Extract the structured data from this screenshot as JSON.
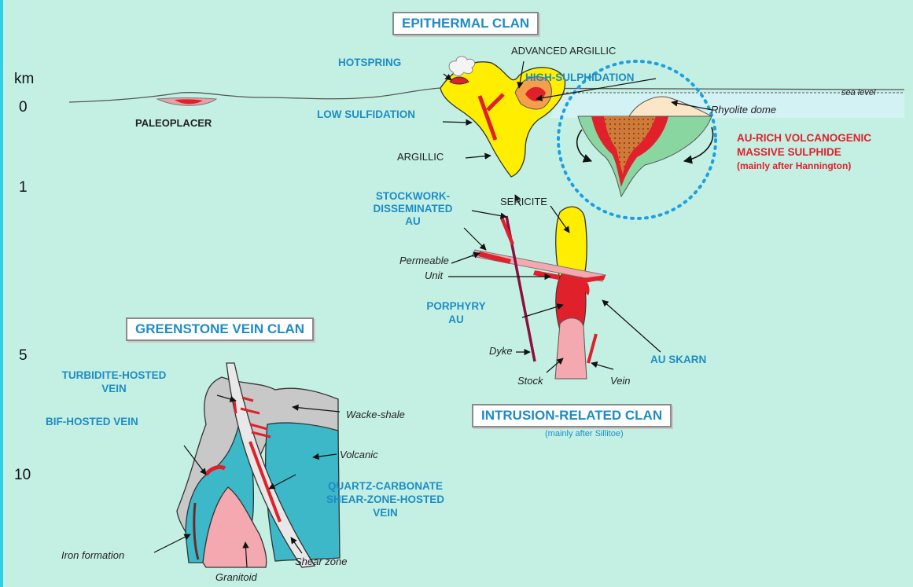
{
  "clans": {
    "epithermal": "EPITHERMAL CLAN",
    "greenstone": "GREENSTONE VEIN CLAN",
    "intrusion": "INTRUSION-RELATED CLAN",
    "intrusion_note": "(mainly after Sillitoe)"
  },
  "depth_axis": {
    "unit": "km",
    "ticks": [
      "0",
      "1",
      "5",
      "10"
    ]
  },
  "labels": {
    "paleoplacer": "PALEOPLACER",
    "hotspring": "HOTSPRING",
    "advanced_argillic": "ADVANCED ARGILLIC",
    "high_sulphidation": "HIGH-SULPHIDATION",
    "low_sulfidation": "LOW SULFIDATION",
    "argillic": "ARGILLIC",
    "sericite": "SERICITE",
    "stockwork_1": "STOCKWORK-",
    "stockwork_2": "DISSEMINATED",
    "stockwork_3": "AU",
    "permeable": "Permeable",
    "unit": "Unit",
    "porphyry_1": "PORPHYRY",
    "porphyry_2": "AU",
    "dyke": "Dyke",
    "stock": "Stock",
    "vein": "Vein",
    "au_skarn": "AU SKARN",
    "rhyolite_dome": "Rhyolite dome",
    "sea_level": "sea level",
    "vms_1": "AU-RICH VOLCANOGENIC",
    "vms_2": "MASSIVE SULPHIDE",
    "vms_3": "(mainly after Hannington)",
    "turbidite_1": "TURBIDITE-HOSTED",
    "turbidite_2": "VEIN",
    "bif": "BIF-HOSTED VEIN",
    "wacke": "Wacke-shale",
    "volcanic": "Volcanic",
    "qc_1": "QUARTZ-CARBONATE",
    "qc_2": "SHEAR-ZONE-HOSTED",
    "qc_3": "VEIN",
    "iron_formation": "Iron formation",
    "granitoid": "Granitoid",
    "shear_zone": "Shear zone"
  },
  "colors": {
    "background": "#c4f0e4",
    "ore_red": "#e0202a",
    "alteration_yellow": "#ffee00",
    "label_blue": "#1e8cc4",
    "granitoid_pink": "#f4a8b0",
    "volcanic_teal": "#3cb8c8",
    "wacke_grey": "#c8c8c8"
  }
}
